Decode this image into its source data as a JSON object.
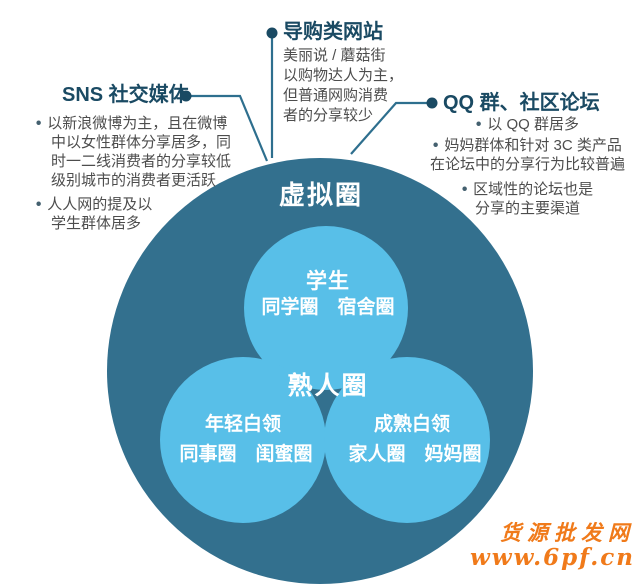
{
  "ui": {
    "bullet_char": "•"
  },
  "colors": {
    "outer_circle": "#33708e",
    "inner_circle": "#58bfe8",
    "title_navy": "#1a4a63",
    "connector": "#2e6f8e",
    "body_text": "#4d4d4d",
    "watermark_orange": "#f07a1a",
    "label_white": "#ffffff"
  },
  "diagram": {
    "outer_label": "虚拟圈",
    "center_label": "熟人圈",
    "circles": {
      "top": {
        "title": "学生",
        "subtitle": "同学圈　宿舍圈"
      },
      "left": {
        "title": "年轻白领",
        "subtitle": "同事圈　闺蜜圈"
      },
      "right": {
        "title": "成熟白领",
        "subtitle": "家人圈　妈妈圈"
      }
    }
  },
  "callouts": {
    "top": {
      "title": "导购类网站",
      "lines": [
        "美丽说 / 蘑菇街",
        "以购物达人为主，",
        "但普通网购消费",
        "者的分享较少"
      ]
    },
    "left": {
      "title": "SNS 社交媒体",
      "lines": [
        "以新浪微博为主，且在微博",
        "中以女性群体分享居多，同",
        "时一二线消费者的分享较低",
        "级别城市的消费者更活跃",
        "人人网的提及以",
        "学生群体居多"
      ]
    },
    "right": {
      "title": "QQ 群、社区论坛",
      "lines": [
        "以 QQ 群居多",
        "妈妈群体和针对 3C 类产品",
        "在论坛中的分享行为比较普遍",
        "区域性的论坛也是",
        "分享的主要渠道"
      ]
    }
  },
  "watermark": {
    "site_name": "货源批发网",
    "site_url": "www.6pf.cn"
  }
}
